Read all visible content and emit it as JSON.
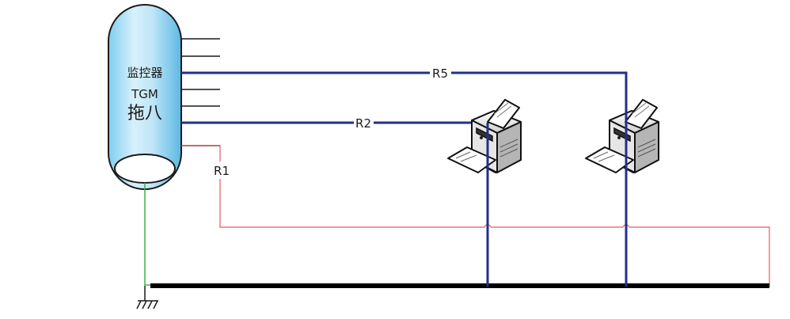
{
  "monitor": {
    "line1": "监控器",
    "line2": "TGM",
    "line3": "拖八"
  },
  "labels": {
    "r1": "R1",
    "r2": "R2",
    "r5": "R5"
  },
  "devices": [
    {
      "icon": "printer-icon"
    },
    {
      "icon": "printer-icon"
    }
  ],
  "colors": {
    "blue_wire": "#22308a",
    "red_wire": "#e25a5a",
    "green_wire": "#3db34a",
    "ground_bus": "#000000",
    "cylinder_fill_top": "#c9eaf8",
    "cylinder_fill_mid": "#6cc3ea"
  }
}
